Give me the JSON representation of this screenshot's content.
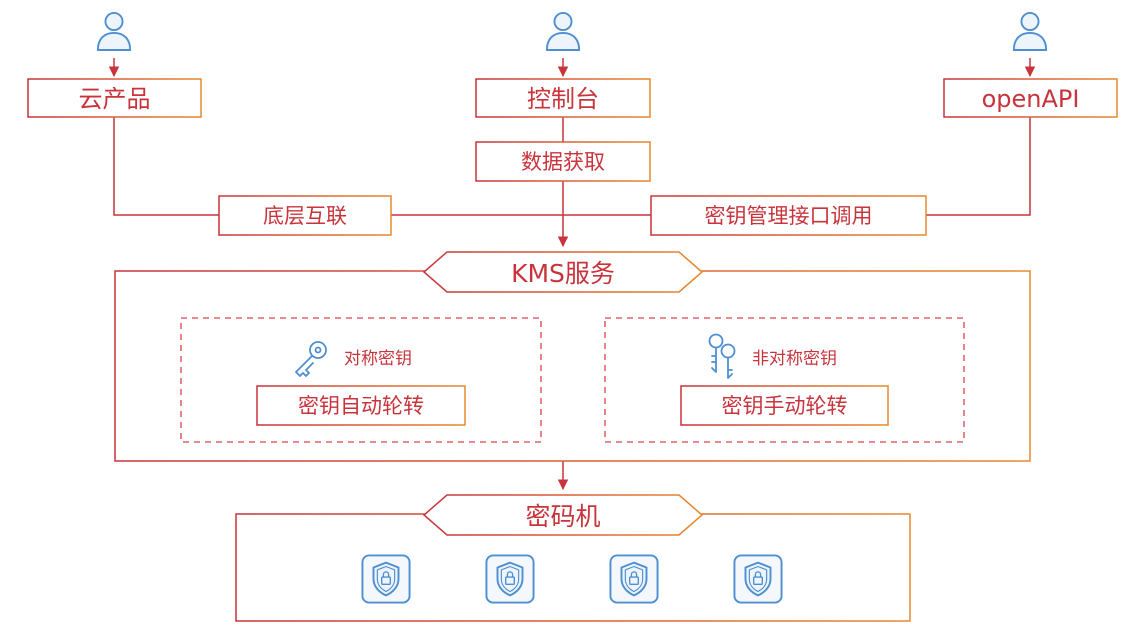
{
  "colors": {
    "red": "#c8343c",
    "orange": "#e8892f",
    "icon_blue": "#4d8fd1",
    "icon_fill": "#eef4fb"
  },
  "entries": {
    "cloud_products": "云产品",
    "console": "控制台",
    "open_api": "openAPI"
  },
  "channels": {
    "data_fetch": "数据获取",
    "interconnect": "底层互联",
    "key_api": "密钥管理接口调用"
  },
  "kms": {
    "title": "KMS服务",
    "symmetric": {
      "label": "对称密钥",
      "action": "密钥自动轮转",
      "icon": "key-icon"
    },
    "asymmetric": {
      "label": "非对称密钥",
      "action": "密钥手动轮转",
      "icon": "keys-icon"
    }
  },
  "hsm": {
    "title": "密码机",
    "icons": [
      "shield-lock-icon",
      "shield-lock-icon",
      "shield-lock-icon",
      "shield-lock-icon"
    ]
  },
  "users": [
    "user-icon",
    "user-icon",
    "user-icon"
  ]
}
